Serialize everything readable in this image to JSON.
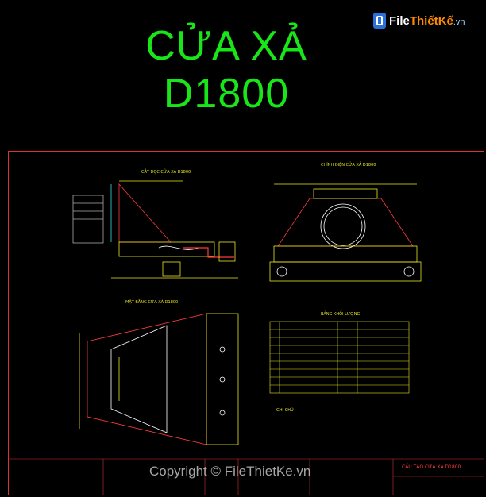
{
  "title": "CỬA XẢ D1800",
  "logo": {
    "name_part1": "File",
    "name_part2": "Thiết",
    "name_part3": "Kế",
    "domain": ".vn"
  },
  "views": {
    "section_title": "CẮT DỌC CỬA XẢ D1800",
    "front_title": "CHÍNH DIỆN CỬA XẢ D1800",
    "plan_title": "MẶT BẰNG CỬA XẢ D1800",
    "table_title": "BẢNG KHỐI LƯỢNG",
    "notes_title": "GHI CHÚ"
  },
  "watermark": {
    "copyright": "©",
    "text": "Copyright © FileThietKe.vn"
  },
  "title_block": {
    "drawing_name": "CẤU TẠO CỬA XẢ D1800"
  },
  "colors": {
    "title": "#19e619",
    "frame": "#d33333",
    "line": "#e8e821",
    "accent": "#ff3b3b",
    "white": "#ffffff"
  }
}
